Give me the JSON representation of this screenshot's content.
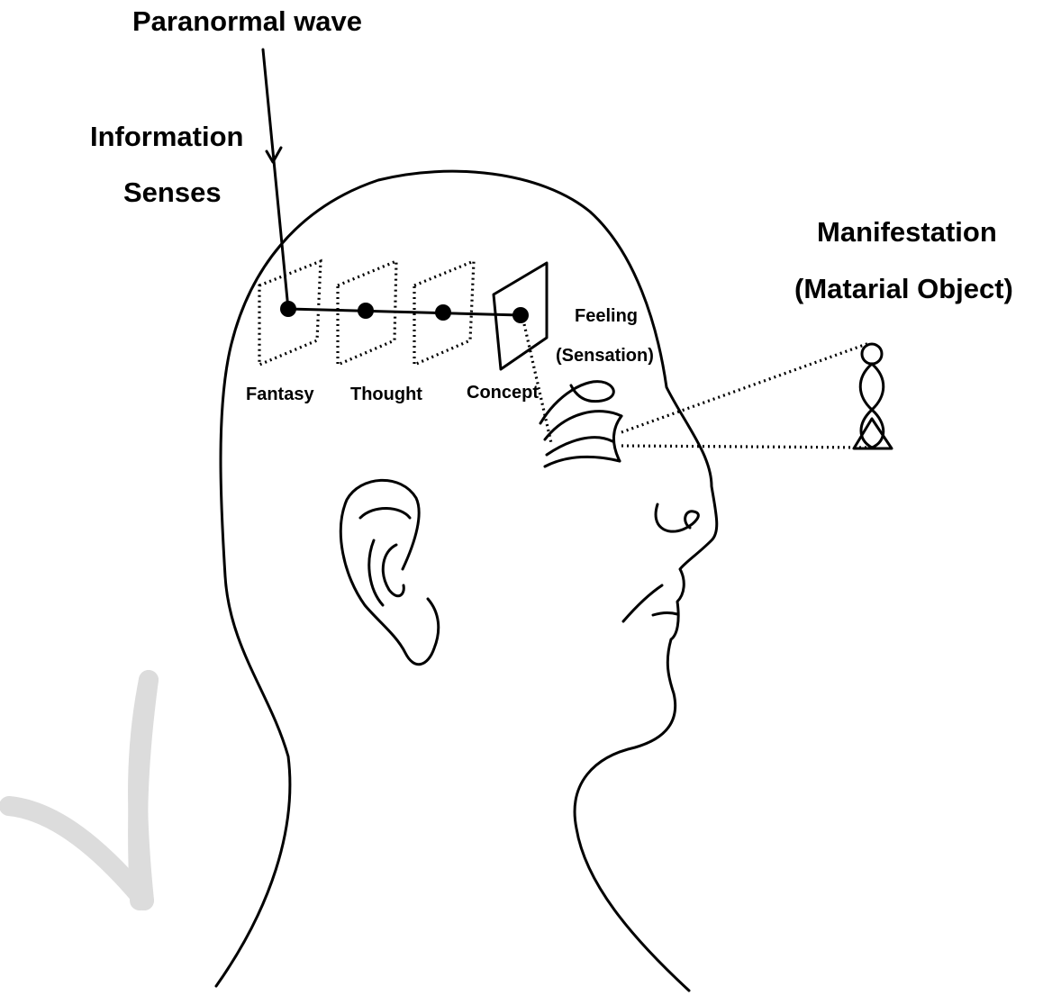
{
  "labels": {
    "paranormal_wave": "Paranormal wave",
    "information": "Information",
    "senses": "Senses",
    "manifestation": "Manifestation",
    "material_object": "(Matarial Object)",
    "feeling": "Feeling",
    "sensation": "(Sensation)",
    "fantasy": "Fantasy",
    "thought": "Thought",
    "concept": "Concept"
  },
  "colors": {
    "line": "#000000",
    "watermark": "#dcdcdc",
    "background": "#ffffff"
  }
}
